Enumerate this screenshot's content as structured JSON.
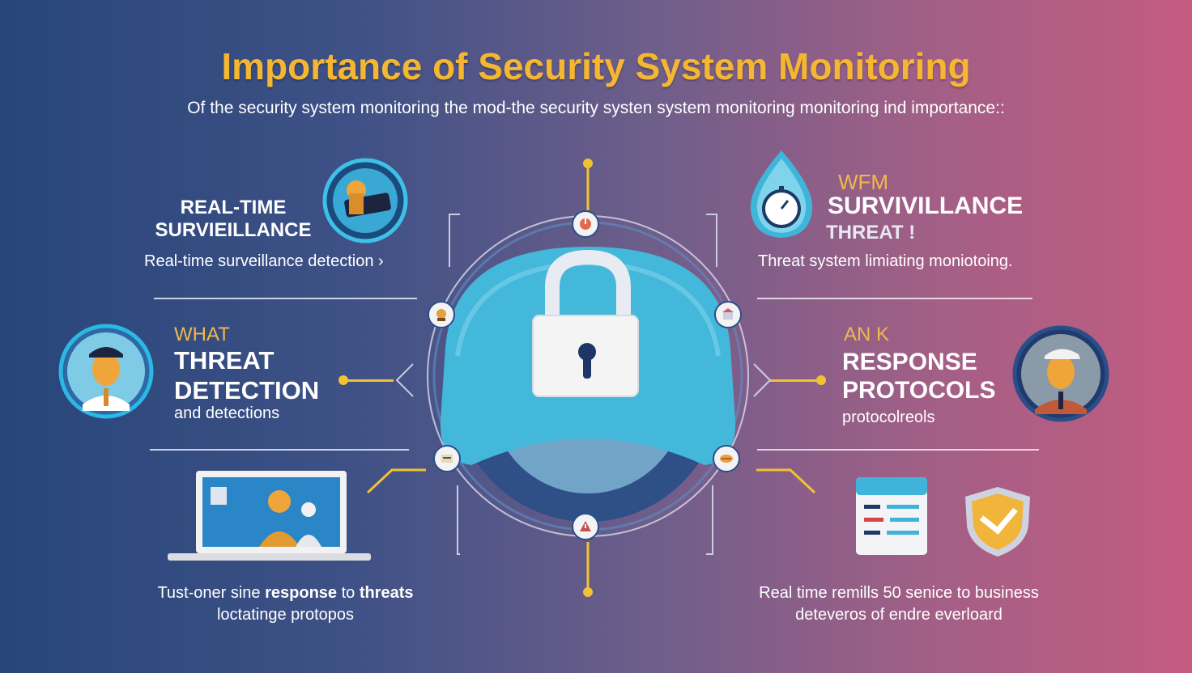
{
  "header": {
    "title": "Importance of Security System Monitoring",
    "subtitle": "Of the security system monitoring the mod-the security systen system monitoring monitoring ind importance::"
  },
  "left_top": {
    "heading_line1": "REAL-TIME",
    "heading_line2": "SURVIEILLANCE",
    "description": "Real-time surveillance detection ›"
  },
  "left_middle": {
    "kicker": "WHAT",
    "heading_line1": "THREAT",
    "heading_line2": "DETECTION",
    "description": "and detections"
  },
  "left_bottom": {
    "text_line1_prefix": "Tust-oner sine ",
    "text_line1_bold1": "response",
    "text_line1_mid": " to ",
    "text_line1_bold2": "threats",
    "text_line2": "loctatinge protopos"
  },
  "right_top": {
    "kicker": "WFM",
    "heading_line1": "SURVIVILLANCE",
    "heading_line2": "THREAT !",
    "description": "Threat system limiating moniotoing."
  },
  "right_middle": {
    "kicker": "AN K",
    "heading_line1": "RESPONSE",
    "heading_line2": "PROTOCOLS",
    "description": "protocolreols"
  },
  "right_bottom": {
    "text_line1": "Real time remills 50 senice to business",
    "text_line2": "deteveros of endre everloard"
  },
  "colors": {
    "accent_yellow": "#f5b631",
    "connector": "#f1c233",
    "shield_blue": "#41b4d6",
    "lock_white": "#f4f4f4"
  }
}
